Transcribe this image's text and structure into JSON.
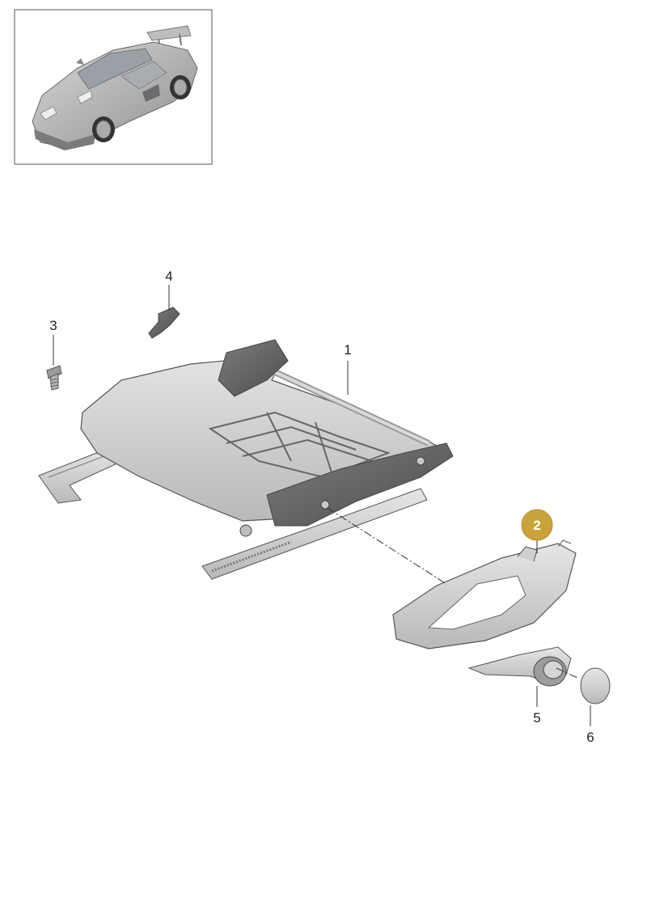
{
  "diagram": {
    "callouts": [
      {
        "id": "1",
        "label": "1"
      },
      {
        "id": "2",
        "label": "2",
        "highlighted": true
      },
      {
        "id": "3",
        "label": "3"
      },
      {
        "id": "4",
        "label": "4"
      },
      {
        "id": "5",
        "label": "5"
      },
      {
        "id": "6",
        "label": "6"
      }
    ],
    "colors": {
      "highlight": "#c9a33a",
      "part_fill": "#d4d4d4",
      "part_dark": "#8a8a8a",
      "outline": "#555555",
      "leader": "#333333"
    }
  }
}
